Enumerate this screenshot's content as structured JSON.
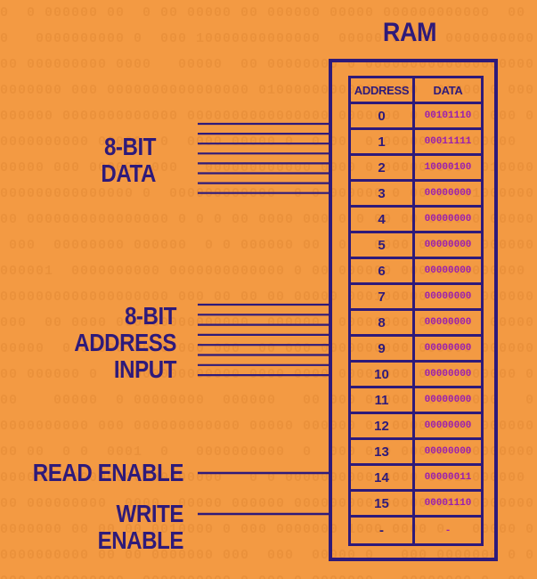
{
  "title": "RAM",
  "labels": {
    "data": [
      "8-BIT",
      "DATA"
    ],
    "address": [
      "8-BIT",
      "ADDRESS",
      "INPUT"
    ],
    "read_enable": "READ ENABLE",
    "write_enable": "WRITE ENABLE"
  },
  "table": {
    "headers": {
      "address": "ADDRESS",
      "data": "DATA"
    },
    "rows": [
      {
        "address": "0",
        "data": "00101110"
      },
      {
        "address": "1",
        "data": "00011111"
      },
      {
        "address": "2",
        "data": "10000100"
      },
      {
        "address": "3",
        "data": "00000000"
      },
      {
        "address": "4",
        "data": "00000000"
      },
      {
        "address": "5",
        "data": "00000000"
      },
      {
        "address": "6",
        "data": "00000000"
      },
      {
        "address": "7",
        "data": "00000000"
      },
      {
        "address": "8",
        "data": "00000000"
      },
      {
        "address": "9",
        "data": "00000000"
      },
      {
        "address": "10",
        "data": "00000000"
      },
      {
        "address": "11",
        "data": "00000000"
      },
      {
        "address": "12",
        "data": "00000000"
      },
      {
        "address": "13",
        "data": "00000000"
      },
      {
        "address": "14",
        "data": "00000011"
      },
      {
        "address": "15",
        "data": "00001110"
      },
      {
        "address": "-",
        "data": "-"
      }
    ]
  },
  "colors": {
    "background": "#f39a43",
    "ink": "#2e1a7a",
    "data_value": "#9a1fb0"
  }
}
